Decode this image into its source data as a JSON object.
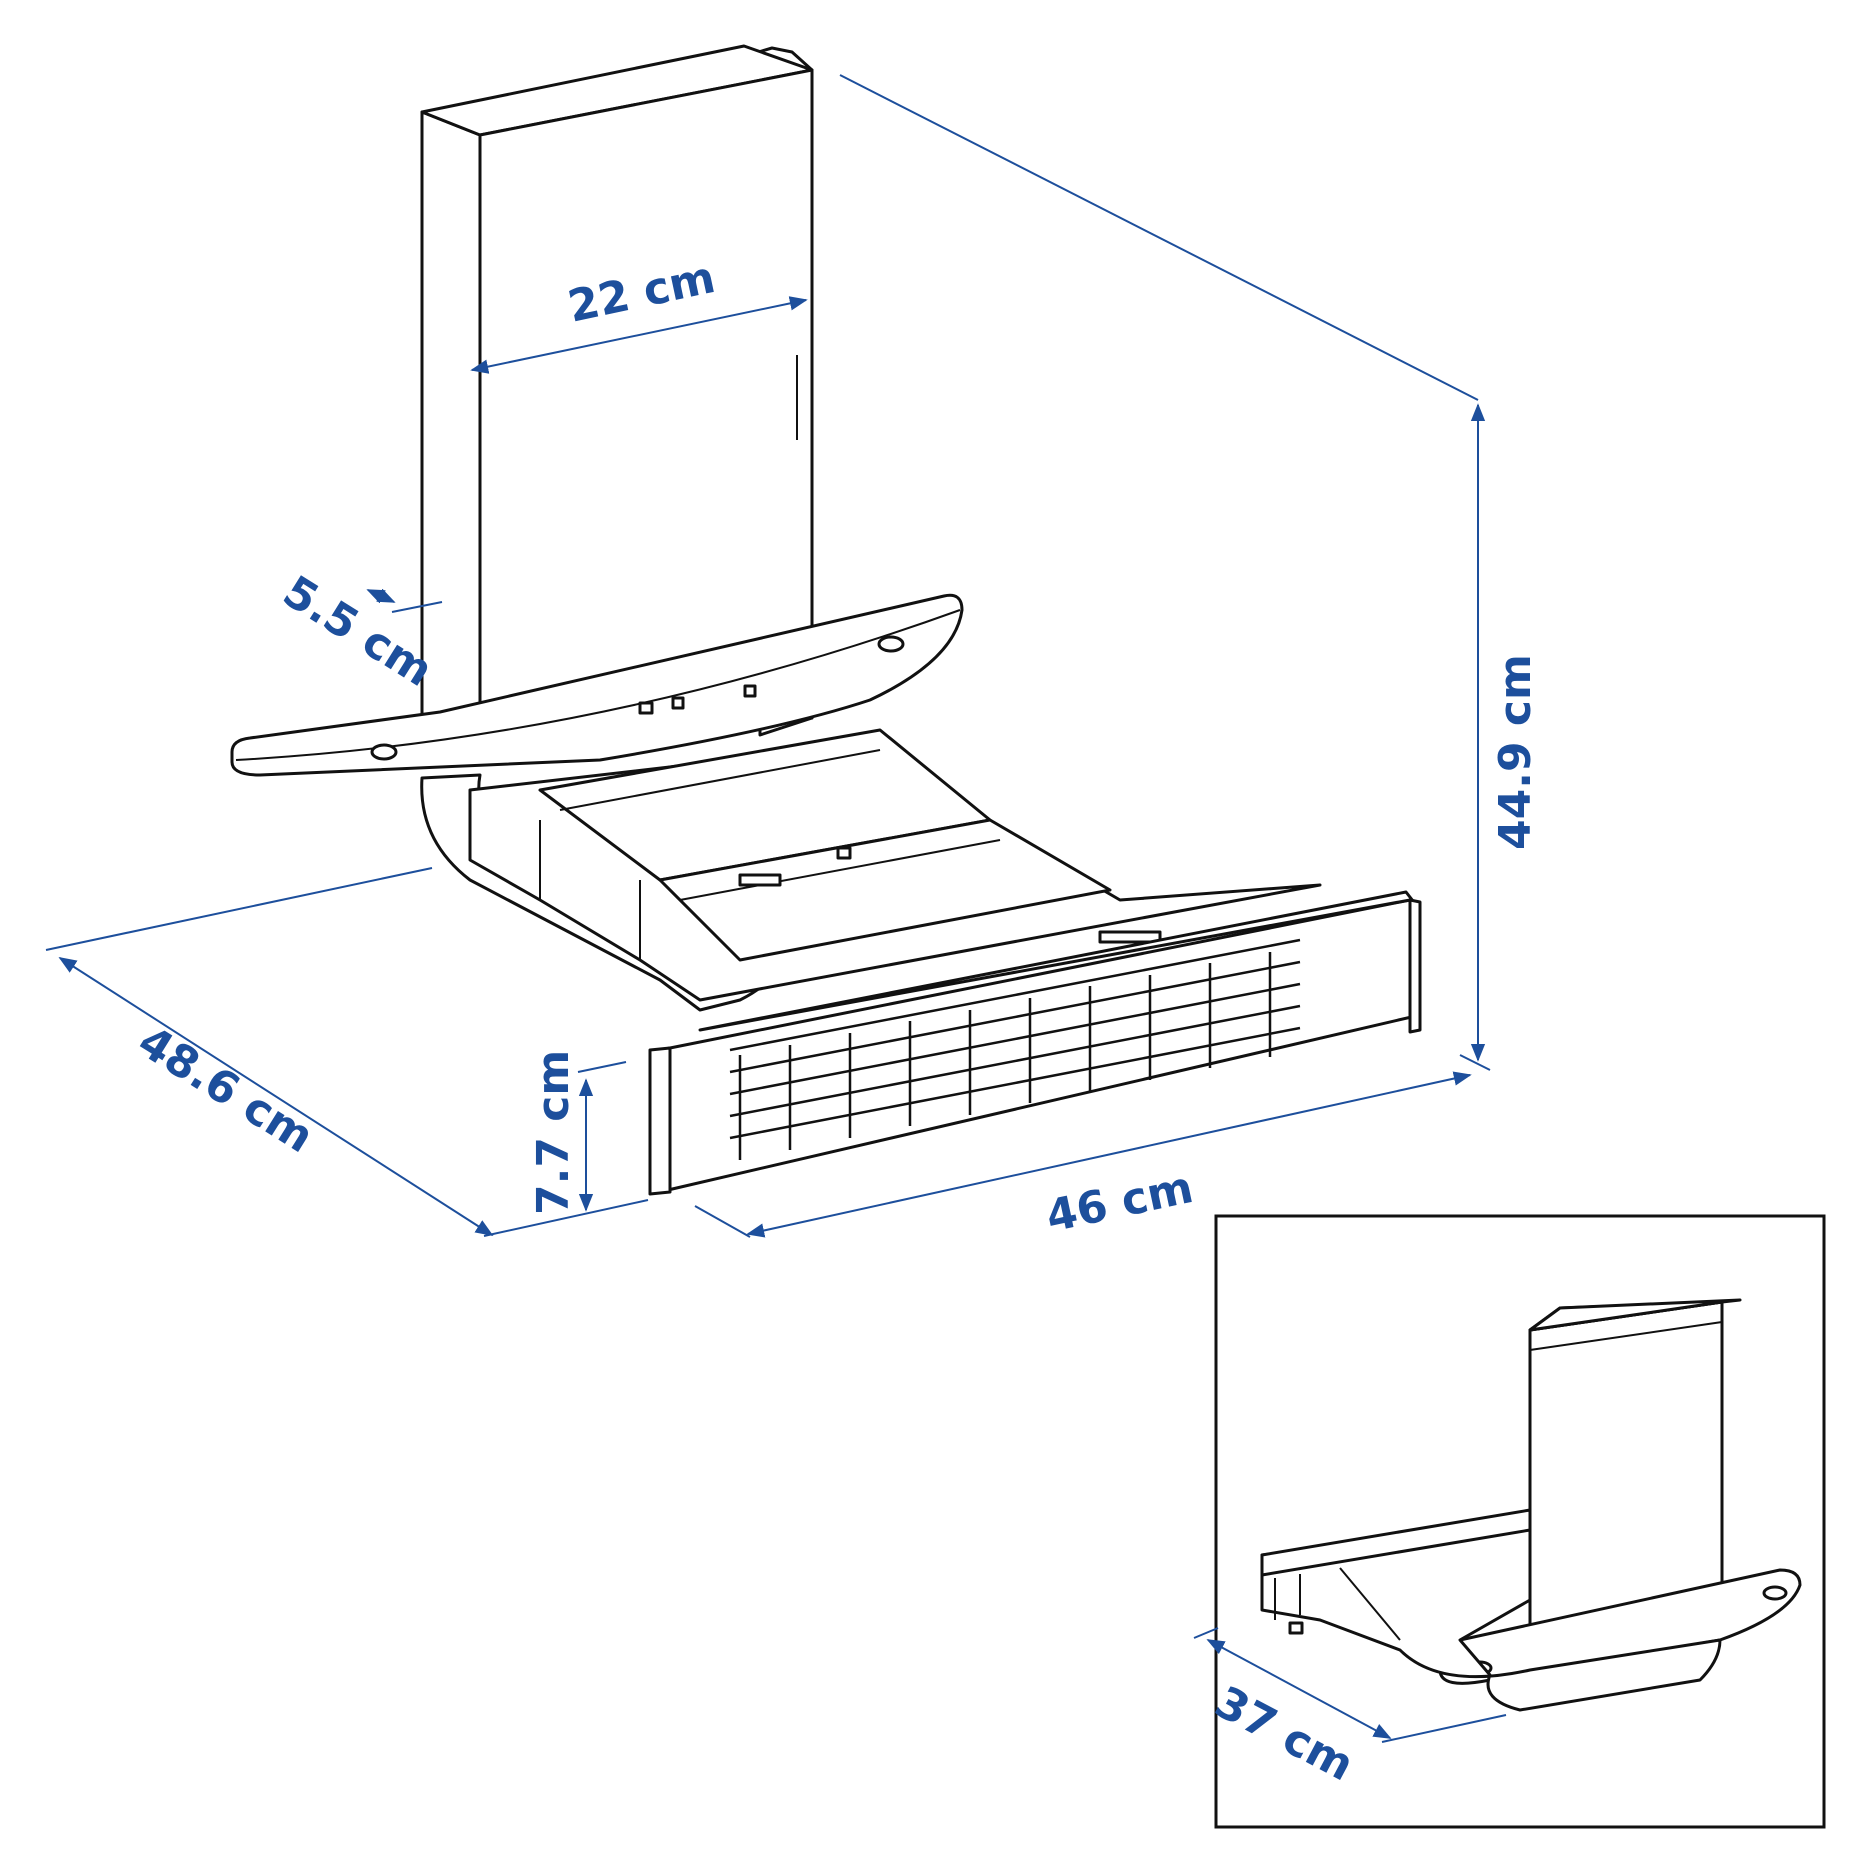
{
  "colors": {
    "dimension": "#1d4f9c",
    "line": "#111111",
    "background": "#ffffff"
  },
  "dimensions": {
    "width_22": "22 cm",
    "depth_5_5": "5.5 cm",
    "height_44_9": "44.9 cm",
    "depth_48_6": "48.6 cm",
    "height_7_7": "7.7 cm",
    "width_46": "46 cm"
  },
  "inset": {
    "depth_37": "37 cm"
  }
}
